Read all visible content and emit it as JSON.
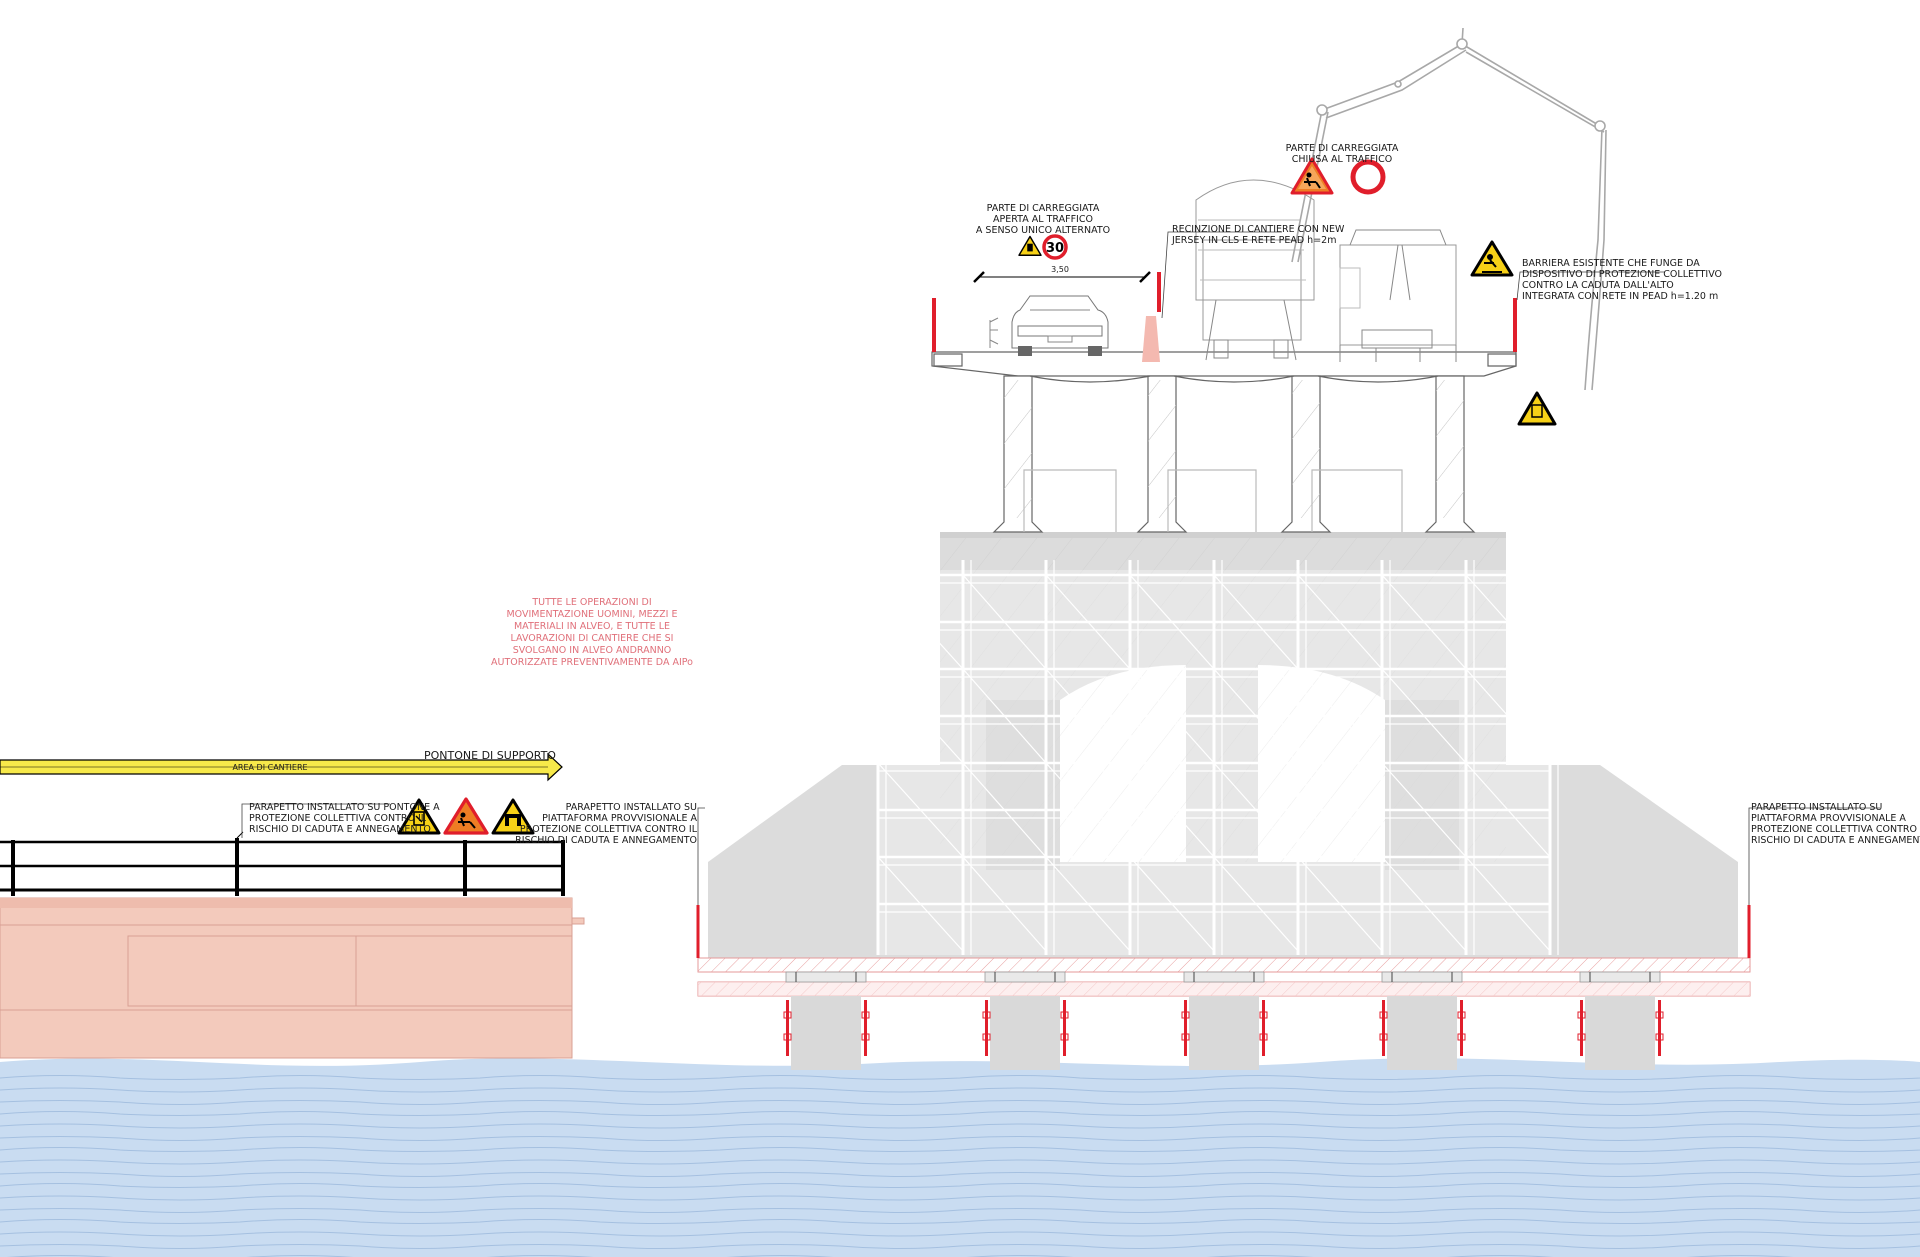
{
  "labels": {
    "open_lane": [
      "PARTE DI CARREGGIATA",
      "APERTA AL TRAFFICO",
      "A SENSO UNICO ALTERNATO"
    ],
    "closed_lane": [
      "PARTE DI CARREGGIATA",
      "CHIUSA AL TRAFFICO"
    ],
    "fence": [
      "RECINZIONE DI CANTIERE CON NEW",
      "JERSEY IN CLS E RETE PEAD h=2m"
    ],
    "barrier": [
      "BARRIERA ESISTENTE CHE FUNGE DA",
      "DISPOSITIVO DI PROTEZIONE COLLETTIVO",
      "CONTRO LA CADUTA DALL'ALTO",
      "INTEGRATA CON RETE IN PEAD h=1.20 m"
    ],
    "dimension": "3,50",
    "speed_limit": "30",
    "river_note": [
      "TUTTE LE OPERAZIONI DI",
      "MOVIMENTAZIONE UOMINI, MEZZI E",
      "MATERIALI IN ALVEO, E TUTTE LE",
      "LAVORAZIONI DI CANTIERE CHE SI",
      "SVOLGANO IN ALVEO ANDRANNO",
      "AUTORIZZATE PREVENTIVAMENTE DA AIPo"
    ],
    "pontoon_support": "PONTONE DI SUPPORTO",
    "site_area": "AREA DI CANTIERE",
    "parapet_pontoon": [
      "PARAPETTO INSTALLATO SU PONTONE A",
      "PROTEZIONE COLLETTIVA CONTRO IL",
      "RISCHIO DI CADUTA E ANNEGAMENTO"
    ],
    "parapet_platform_left": [
      "PARAPETTO INSTALLATO SU",
      "PIATTAFORMA PROVVISIONALE A",
      "PROTEZIONE COLLETTIVA CONTRO IL",
      "RISCHIO DI CADUTA E ANNEGAMENTO"
    ],
    "parapet_platform_right": [
      "PARAPETTO INSTALLATO SU",
      "PIATTAFORMA PROVVISIONALE A",
      "PROTEZIONE COLLETTIVA CONTRO IL",
      "RISCHIO DI CADUTA E ANNEGAMENTO"
    ]
  },
  "icons": {
    "warning_sign": "warning-triangle-icon",
    "road_works_sign": "road-works-sign-icon",
    "no_entry_sign": "no-transit-sign-icon",
    "speed_sign": "speed-limit-sign-icon",
    "falling_sign": "fall-hazard-sign-icon",
    "drowning_sign": "drowning-hazard-sign-icon"
  },
  "colors": {
    "water": "#c8dcf2",
    "wave": "#9ab8db",
    "pier": "#d9d9d9",
    "pontoon": "#f2c9bb",
    "red": "#e01e2b",
    "yellow": "#f7e94a",
    "sign_yellow": "#f7d117",
    "sign_orange": "#ee7d24"
  }
}
